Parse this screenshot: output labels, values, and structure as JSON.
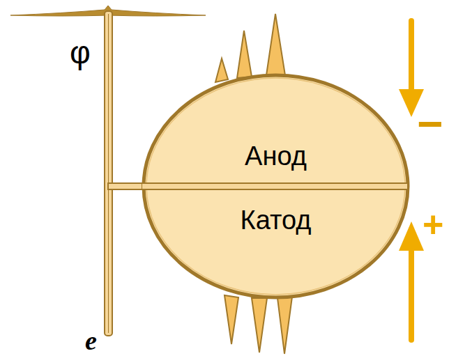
{
  "diagram": {
    "nodes": [
      {
        "text": [
          "Анод",
          "Катод"
        ]
      }
    ],
    "labels": [
      "φ",
      "−",
      "+",
      "e"
    ]
  }
}
